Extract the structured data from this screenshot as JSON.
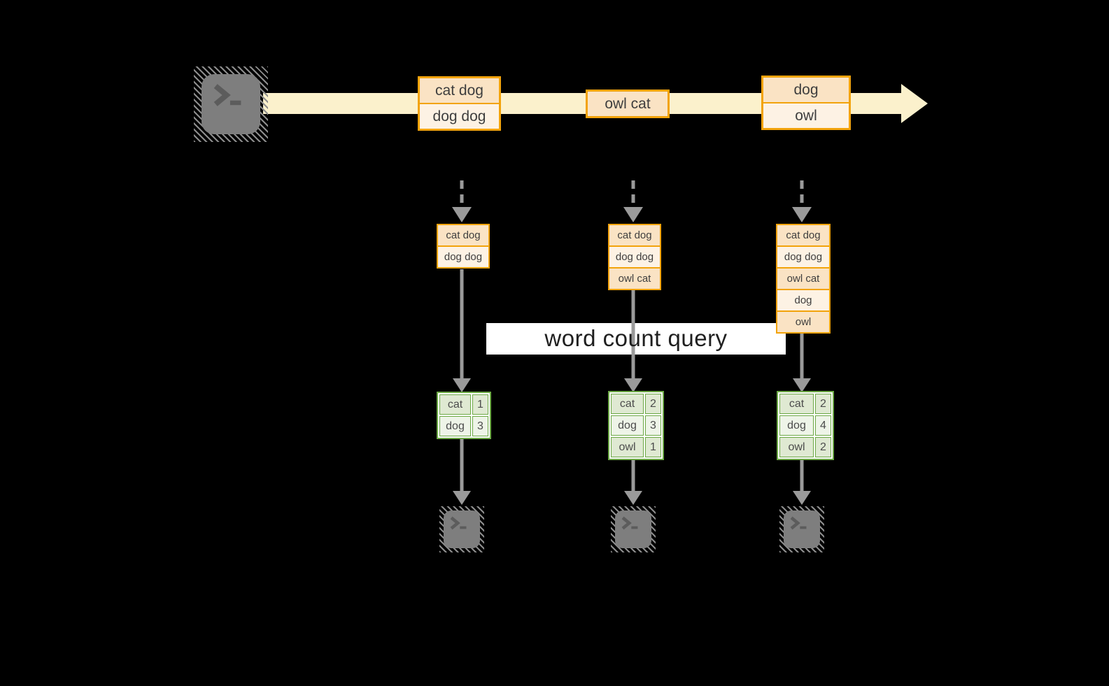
{
  "colors": {
    "background": "#000000",
    "stream_band": "#FBF1CC",
    "orange_border": "#F2A30B",
    "orange_cell_dark": "#FAE3C4",
    "orange_cell_light": "#FDF2E4",
    "green_border": "#6CA845",
    "green_cell_dark": "#DFE9D2",
    "green_cell_light": "#EEF4E8",
    "arrow_gray": "#9A9A9A",
    "terminal_gray": "#7E7E7E",
    "query_text": "#1F1F1F"
  },
  "stream": {
    "source_icon": "terminal-icon",
    "batches": [
      {
        "lines": [
          "cat dog",
          "dog dog"
        ]
      },
      {
        "lines": [
          "owl cat"
        ]
      },
      {
        "lines": [
          "dog",
          "owl"
        ]
      }
    ]
  },
  "query": {
    "label": "word count query"
  },
  "columns": [
    {
      "state_lines": [
        "cat dog",
        "dog dog"
      ],
      "counts": [
        {
          "word": "cat",
          "count": "1"
        },
        {
          "word": "dog",
          "count": "3"
        }
      ],
      "sink_icon": "terminal-icon"
    },
    {
      "state_lines": [
        "cat dog",
        "dog dog",
        "owl cat"
      ],
      "counts": [
        {
          "word": "cat",
          "count": "2"
        },
        {
          "word": "dog",
          "count": "3"
        },
        {
          "word": "owl",
          "count": "1"
        }
      ],
      "sink_icon": "terminal-icon"
    },
    {
      "state_lines": [
        "cat dog",
        "dog dog",
        "owl cat",
        "dog",
        "owl"
      ],
      "counts": [
        {
          "word": "cat",
          "count": "2"
        },
        {
          "word": "dog",
          "count": "4"
        },
        {
          "word": "owl",
          "count": "2"
        }
      ],
      "sink_icon": "terminal-icon"
    }
  ]
}
